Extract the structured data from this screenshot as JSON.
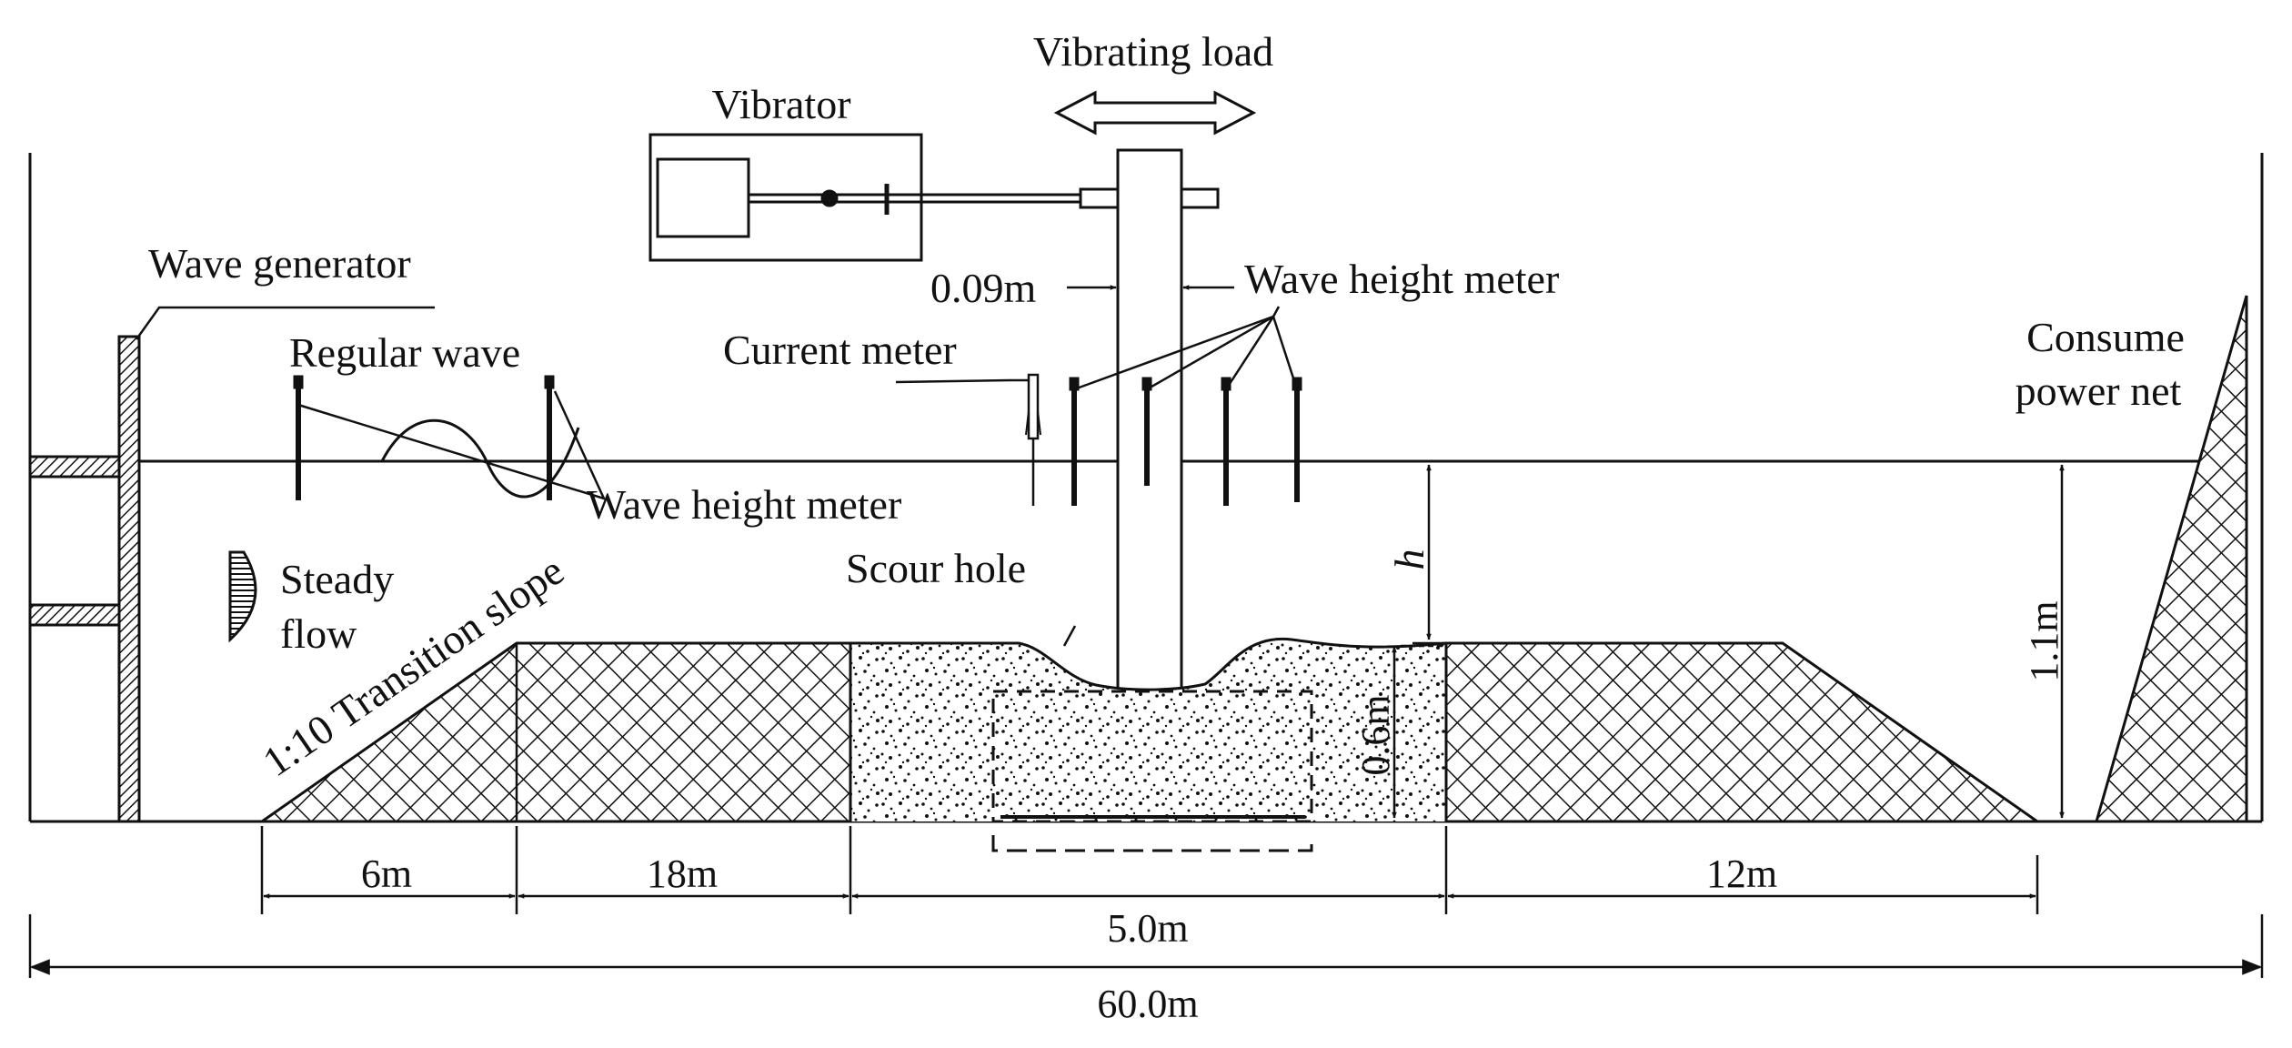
{
  "labels": {
    "vibrating_load": "Vibrating load",
    "vibrator": "Vibrator",
    "wave_generator": "Wave generator",
    "regular_wave": "Regular wave",
    "wave_height_meter_left": "Wave height meter",
    "wave_height_meter_right": "Wave height meter",
    "current_meter": "Current meter",
    "pile_width": "0.09m",
    "steady_flow_line1": "Steady",
    "steady_flow_line2": "flow",
    "transition_slope": "1:10 Transition slope",
    "scour_hole": "Scour hole",
    "water_depth": "h",
    "sediment_depth": "0.6m",
    "flume_depth": "1.1m",
    "consume_power_net_line1": "Consume",
    "consume_power_net_line2": "power net"
  },
  "dimensions": {
    "seg1": "6m",
    "seg2": "18m",
    "seg3": "5.0m",
    "seg4": "12m",
    "total": "60.0m"
  },
  "colors": {
    "line": "#111111",
    "background": "#ffffff"
  }
}
